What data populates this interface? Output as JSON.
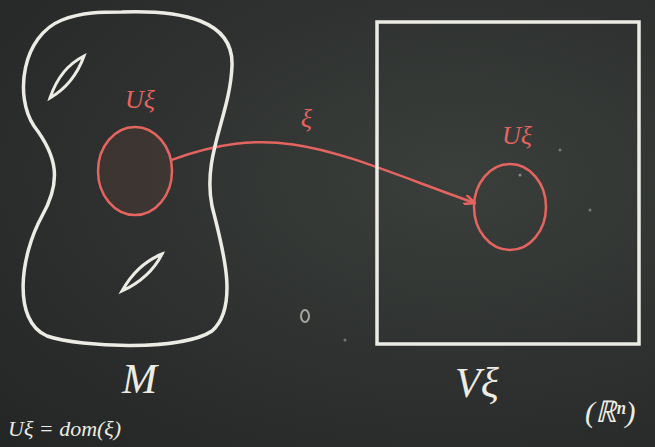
{
  "diagram": {
    "nodes": [
      {
        "text": [
          "M"
        ]
      },
      {
        "text": [
          "Uξ"
        ],
        "in": 0
      },
      {
        "text": [
          "Vξ"
        ]
      },
      {
        "text": [
          "Uξ"
        ],
        "in": 2
      }
    ],
    "edges": [
      {
        "from": 1,
        "to": 3,
        "arrow": "to",
        "label": "ξ"
      }
    ],
    "labels": [
      "(ℝⁿ)",
      "Uξ = dom(ξ)"
    ]
  }
}
